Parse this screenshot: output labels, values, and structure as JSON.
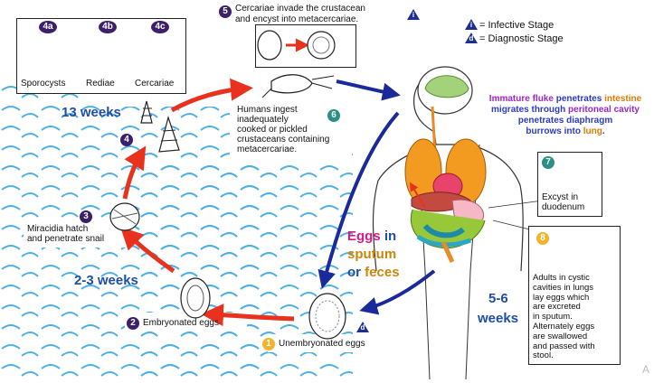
{
  "stage4": {
    "sub": [
      "4a",
      "4b",
      "4c"
    ],
    "labels": [
      "Sporocysts",
      "Rediae",
      "Cercariae"
    ]
  },
  "stage5": {
    "number": "5",
    "text_line1": "Cercariae invade the crustacean",
    "text_line2": "and encyst into metacercariae.",
    "marker": "i"
  },
  "legend": {
    "infective_marker": "i",
    "infective_label": "= Infective Stage",
    "diagnostic_marker": "d",
    "diagnostic_label": "= Diagnostic Stage"
  },
  "human_text": {
    "part1": "Immature fluke",
    "part2": "penetrates",
    "part3": "intestine",
    "line2a": "migrates through",
    "line2b": "peritoneal cavity",
    "line3": "penetrates diaphragm",
    "line4a": "burrows into",
    "line4b": "lung",
    "line4c": "."
  },
  "durations": {
    "weeks13": "13 weeks",
    "weeks23": "2-3 weeks",
    "weeks56_a": "5-6",
    "weeks56_b": "weeks"
  },
  "stage6": {
    "number": "6",
    "text": [
      "Humans ingest",
      "inadequately",
      "cooked or pickled",
      "crustaceans containing",
      "metacercariae."
    ]
  },
  "stage4_num": "4",
  "stage3": {
    "number": "3",
    "text": [
      "Miracidia hatch",
      "and penetrate snail"
    ]
  },
  "stage2": {
    "number": "2",
    "text": "Embryonated eggs"
  },
  "stage1": {
    "number": "1",
    "text": "Unembryonated eggs",
    "marker": "d"
  },
  "stage7": {
    "number": "7",
    "text": [
      "Excyst in",
      "duodenum"
    ]
  },
  "stage8": {
    "number": "8",
    "text": [
      "Adults in cystic",
      "cavities in lungs",
      "lay eggs which",
      "are excreted",
      "in sputum.",
      "Alternately eggs",
      "are swallowed",
      "and passed with",
      "stool."
    ]
  },
  "eggs_text": {
    "eggs": "Eggs",
    "in": "in",
    "sputum": "sputum",
    "or": "or",
    "feces": "feces"
  },
  "watermark": "A",
  "colors": {
    "red_arrow": "#e8321e",
    "blue_arrow": "#1a2a9a",
    "water": "#4fb0e8",
    "step_purple": "#3b1f6b",
    "step_teal": "#2a8f86",
    "step_gold": "#f2b42a",
    "week_blue": "#1f4ea8",
    "eggs_magenta": "#d81b8c",
    "sputum_gold": "#c9860a",
    "purple_text": "#9b27c4",
    "blue_text": "#2b3cc2",
    "orange_text": "#d87b0a"
  }
}
